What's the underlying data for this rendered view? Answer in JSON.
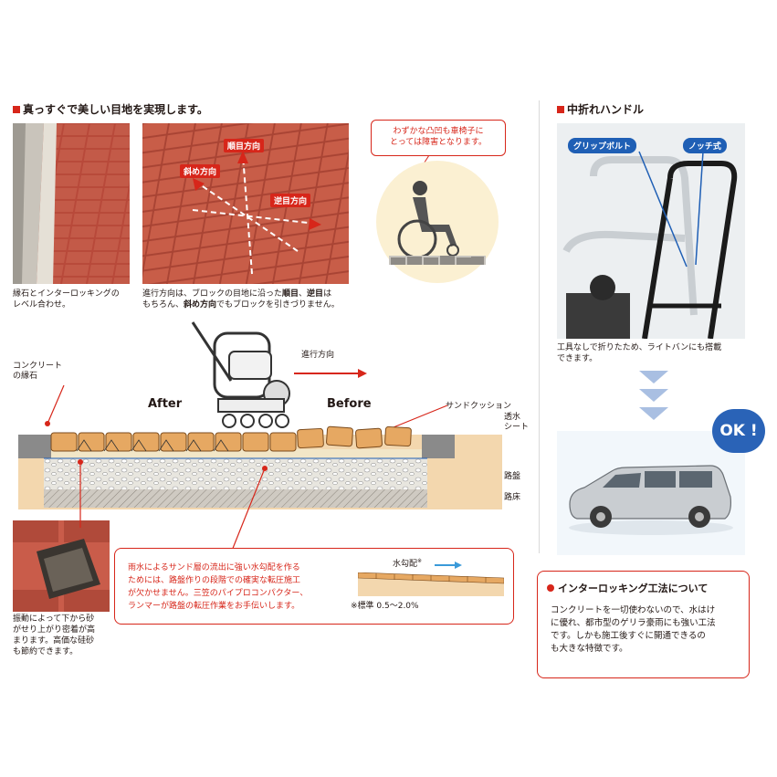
{
  "left_section": {
    "title": "真っすぐで美しい目地を実現します。",
    "photo1_caption": [
      "縁石とインターロッキングの",
      "レベル合わせ。"
    ],
    "photo2_tags": {
      "forward": "順目方向",
      "diagonal": "斜め方向",
      "reverse": "逆目方向"
    },
    "photo2_caption_line1_a": "進行方向は、ブロックの目地に沿った",
    "photo2_caption_line1_b": "順目",
    "photo2_caption_line1_c": "、",
    "photo2_caption_line1_d": "逆目",
    "photo2_caption_line1_e": "は",
    "photo2_caption_line2_a": "もちろん、",
    "photo2_caption_line2_b": "斜め方向",
    "photo2_caption_line2_c": "でもブロックを引きづりません。",
    "bubble_text": [
      "わずかな凸凹も車椅子に",
      "とっては障害となります。"
    ]
  },
  "diagram": {
    "curb_label": [
      "コンクリート",
      "の縁石"
    ],
    "direction_label": "進行方向",
    "after_label": "After",
    "before_label": "Before",
    "sand_label": "サンドクッション",
    "sheet_label": [
      "透水",
      "シート"
    ],
    "roadbed_label": "路盤",
    "subgrade_label": "路床",
    "info_box_text": [
      "雨水によるサンド層の流出に強い水勾配を作る",
      "ためには、路盤作りの段階での確実な転圧施工",
      "が欠かせません。三笠のパイプロコンパクター、",
      "ランマーが路盤の転圧作業をお手伝いします。"
    ],
    "slope_label": "水勾配",
    "slope_mark": "※",
    "slope_standard": "※標準 0.5～2.0%",
    "bottom_photo_caption": [
      "振動によって下から砂",
      "がせり上がり密着が高",
      "まります。高価な硅砂",
      "も節約できます。"
    ]
  },
  "right_section": {
    "title": "中折れハンドル",
    "tag_grip": "グリップボルト",
    "tag_notch": "ノッチ式",
    "handle_caption": [
      "工具なしで折りたため、ライトバンにも搭載",
      "できます。"
    ],
    "ok_text": "OK !",
    "info_title": "インターロッキング工法について",
    "info_text": [
      "コンクリートを一切使わないので、水はけ",
      "に優れ、都市型のゲリラ豪雨にも強い工法",
      "です。しかも施工後すぐに開通できるの",
      "も大きな特徴です。"
    ]
  },
  "colors": {
    "accent_red": "#d7261a",
    "blue": "#1f5fb5",
    "brick": "#c8503a",
    "sand": "#e6b26a"
  }
}
